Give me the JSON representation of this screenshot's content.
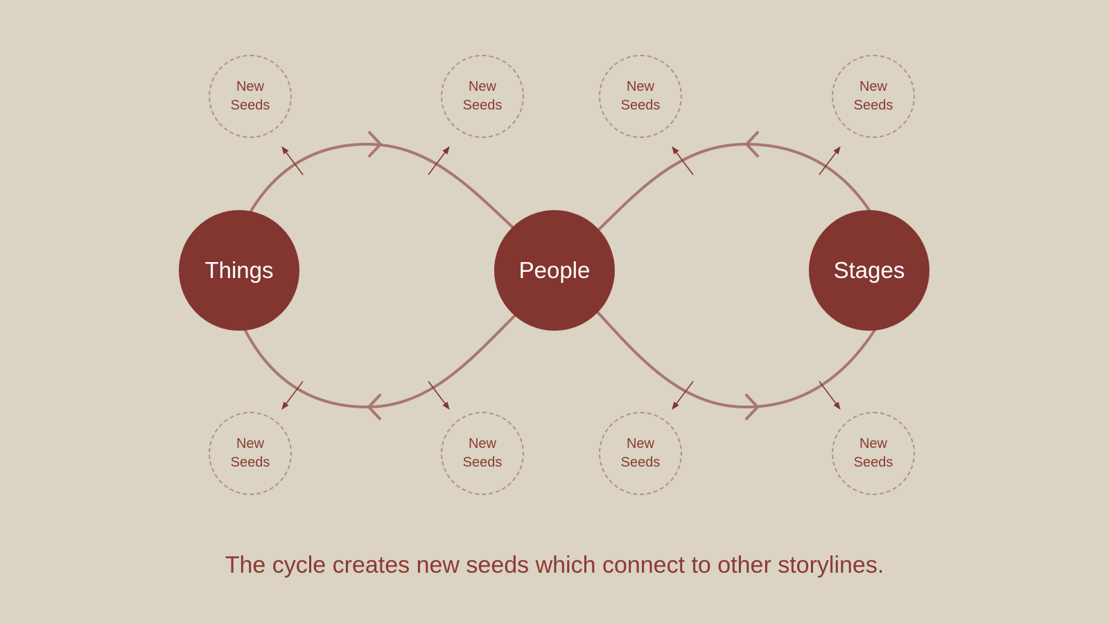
{
  "nodes": {
    "things": "Things",
    "people": "People",
    "stages": "Stages"
  },
  "seed": {
    "line1": "New",
    "line2": "Seeds"
  },
  "caption": "The cycle creates new seeds which connect to other storylines.",
  "colors": {
    "background": "#dbd3c3",
    "node": "#833530",
    "curve": "#a7776f",
    "seed_border": "#b0918a",
    "text": "#8a3a33"
  }
}
